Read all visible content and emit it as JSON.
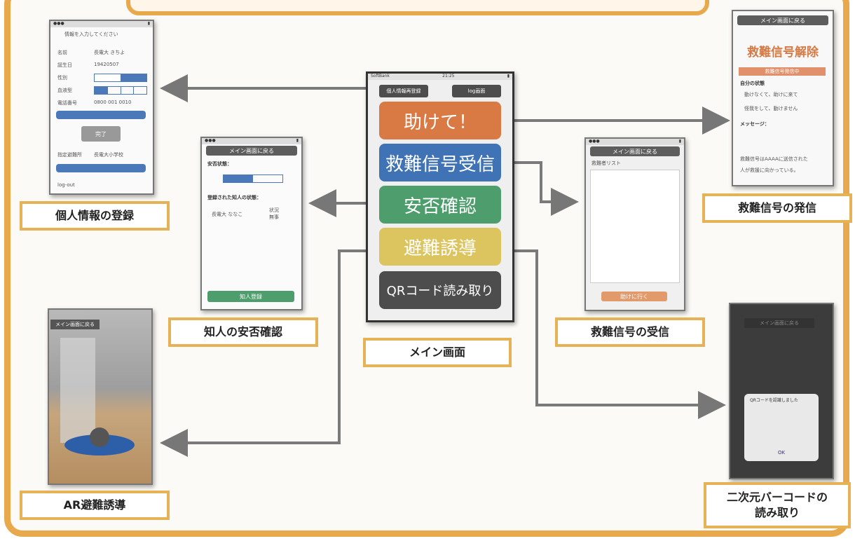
{
  "labels": {
    "personal_registration": "個人情報の登録",
    "acquaintance_safety": "知人の安否確認",
    "main_screen": "メイン画面",
    "rescue_receive": "救難信号の受信",
    "rescue_send": "救難信号の発信",
    "ar_guidance": "AR避難誘導",
    "qr_reading_line1": "二次元バーコードの",
    "qr_reading_line2": "読み取り"
  },
  "main_phone": {
    "carrier": "SoftBank",
    "time": "21:25",
    "top_btn_left": "個人情報再登録",
    "top_btn_right": "log画面",
    "buttons": [
      {
        "label": "助けて！",
        "color": "#d97a45"
      },
      {
        "label": "救難信号受信",
        "color": "#3f73b5"
      },
      {
        "label": "安否確認",
        "color": "#4e9e6d"
      },
      {
        "label": "避難誘導",
        "color": "#dcc55e"
      },
      {
        "label": "QRコード読み取り",
        "color": "#4d4d4d"
      }
    ]
  },
  "registration_phone": {
    "prompt": "情報を入力してください",
    "name_label": "名前",
    "name_value": "長電大 きちよ",
    "birth_label": "誕生日",
    "birth_value": "19420507",
    "sex_label": "性別",
    "blood_label": "血液型",
    "phone_label": "電話番号",
    "phone_value": "0800 001 0010",
    "done": "完了",
    "shelter_label": "指定避難所",
    "shelter_value": "長電大小学校",
    "log": "log-out"
  },
  "safety_phone": {
    "back": "メイン画面に戻る",
    "status_label": "安否状態：",
    "registered_label": "登録された知人の状態：",
    "person": "長電大 ななこ",
    "person_status": "状況",
    "person_status2": "無事",
    "add_btn": "知人登録"
  },
  "receive_phone": {
    "back": "メイン画面に戻る",
    "list_title": "救難者リスト",
    "add_btn": "助けに行く"
  },
  "send_phone": {
    "back": "メイン画面に戻る",
    "title": "救難信号解除",
    "banner": "救難信号発信中",
    "self_status": "自分の状態",
    "line1": "動けなくて、助けに来て",
    "line2": "怪我をして、動けません",
    "message_label": "メッセージ：",
    "footer1": "救難信号はAAAAに送信された",
    "footer2": "人が救援に向かっている。"
  },
  "ar_phone": {
    "back": "メイン画面に戻る"
  },
  "qr_phone": {
    "back": "メイン画面に戻る",
    "dialog_title": "QRコードを認識しました",
    "ok": "OK"
  }
}
